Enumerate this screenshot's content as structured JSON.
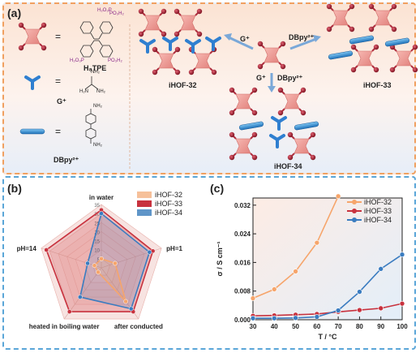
{
  "panel_a": {
    "label": "(a)",
    "legend": {
      "tpe_name": "H₈TPE",
      "tpe_groups": [
        "H₂O₃P",
        "PO₃H₂",
        "H₂O₃P",
        "PO₃H₂"
      ],
      "guanidinium_name": "G⁺",
      "guanidinium_groups": [
        "NH₂",
        "H₂N",
        "NH₂"
      ],
      "dbpy_name": "DBpy²⁺",
      "dbpy_groups": [
        "NH₂",
        "NH₂"
      ],
      "equals": "="
    },
    "structures": {
      "center_arrow_left": "G⁺",
      "center_arrow_right": "DBpy²⁺",
      "center_arrow_down_left": "G⁺",
      "center_arrow_down_right": "DBpy²⁺",
      "left_name": "iHOF-32",
      "right_name": "iHOF-33",
      "bottom_name": "iHOF-34"
    }
  },
  "panel_b": {
    "label": "(b)",
    "axes": [
      "in water",
      "pH=1",
      "after conducted",
      "heated in boiling water",
      "pH=14"
    ],
    "ticks": [
      "0",
      "5",
      "10",
      "15",
      "20",
      "25",
      "30",
      "35"
    ],
    "legend": [
      "iHOF-32",
      "iHOF-33",
      "iHOF-34"
    ]
  },
  "panel_c": {
    "label": "(c)",
    "ylabel": "σ / S cm⁻¹",
    "xlabel": "T / °C",
    "legend": [
      "iHOF-32",
      "iHOF-33",
      "iHOF-34"
    ]
  },
  "chart_data": [
    {
      "type": "radar",
      "categories": [
        "in water",
        "pH=1",
        "after conducted",
        "heated in boiling water",
        "pH=14"
      ],
      "range": [
        0,
        35
      ],
      "ticks": [
        0,
        5,
        10,
        15,
        20,
        25,
        30,
        35
      ],
      "series": [
        {
          "name": "iHOF-32",
          "values": [
            5,
            8,
            23,
            3,
            4
          ],
          "color": "#f6a56b"
        },
        {
          "name": "iHOF-33",
          "values": [
            32,
            30,
            30,
            30,
            32
          ],
          "color": "#c8323e"
        },
        {
          "name": "iHOF-34",
          "values": [
            30,
            28,
            28,
            20,
            8
          ],
          "color": "#3a7cc0"
        }
      ]
    },
    {
      "type": "line",
      "x": [
        30,
        40,
        50,
        60,
        70,
        80,
        90,
        100
      ],
      "xlim": [
        30,
        100
      ],
      "ylim": [
        0,
        0.034
      ],
      "xticks": [
        "30",
        "40",
        "50",
        "60",
        "70",
        "80",
        "90",
        "100"
      ],
      "yticks": [
        "0.000",
        "0.008",
        "0.016",
        "0.024",
        "0.032"
      ],
      "series": [
        {
          "name": "iHOF-32",
          "color": "#f6a56b",
          "x": [
            30,
            40,
            50,
            60,
            70
          ],
          "values": [
            0.006,
            0.0085,
            0.0135,
            0.0215,
            0.0345
          ]
        },
        {
          "name": "iHOF-33",
          "color": "#c8323e",
          "x": [
            30,
            40,
            50,
            60,
            70,
            80,
            90,
            100
          ],
          "values": [
            0.0011,
            0.0012,
            0.0014,
            0.0016,
            0.0022,
            0.0027,
            0.0032,
            0.0045
          ]
        },
        {
          "name": "iHOF-34",
          "color": "#3a7cc0",
          "x": [
            30,
            40,
            50,
            60,
            70,
            80,
            90,
            100
          ],
          "values": [
            0.0004,
            0.0004,
            0.0005,
            0.0008,
            0.0026,
            0.0078,
            0.0142,
            0.0182
          ]
        }
      ]
    }
  ]
}
